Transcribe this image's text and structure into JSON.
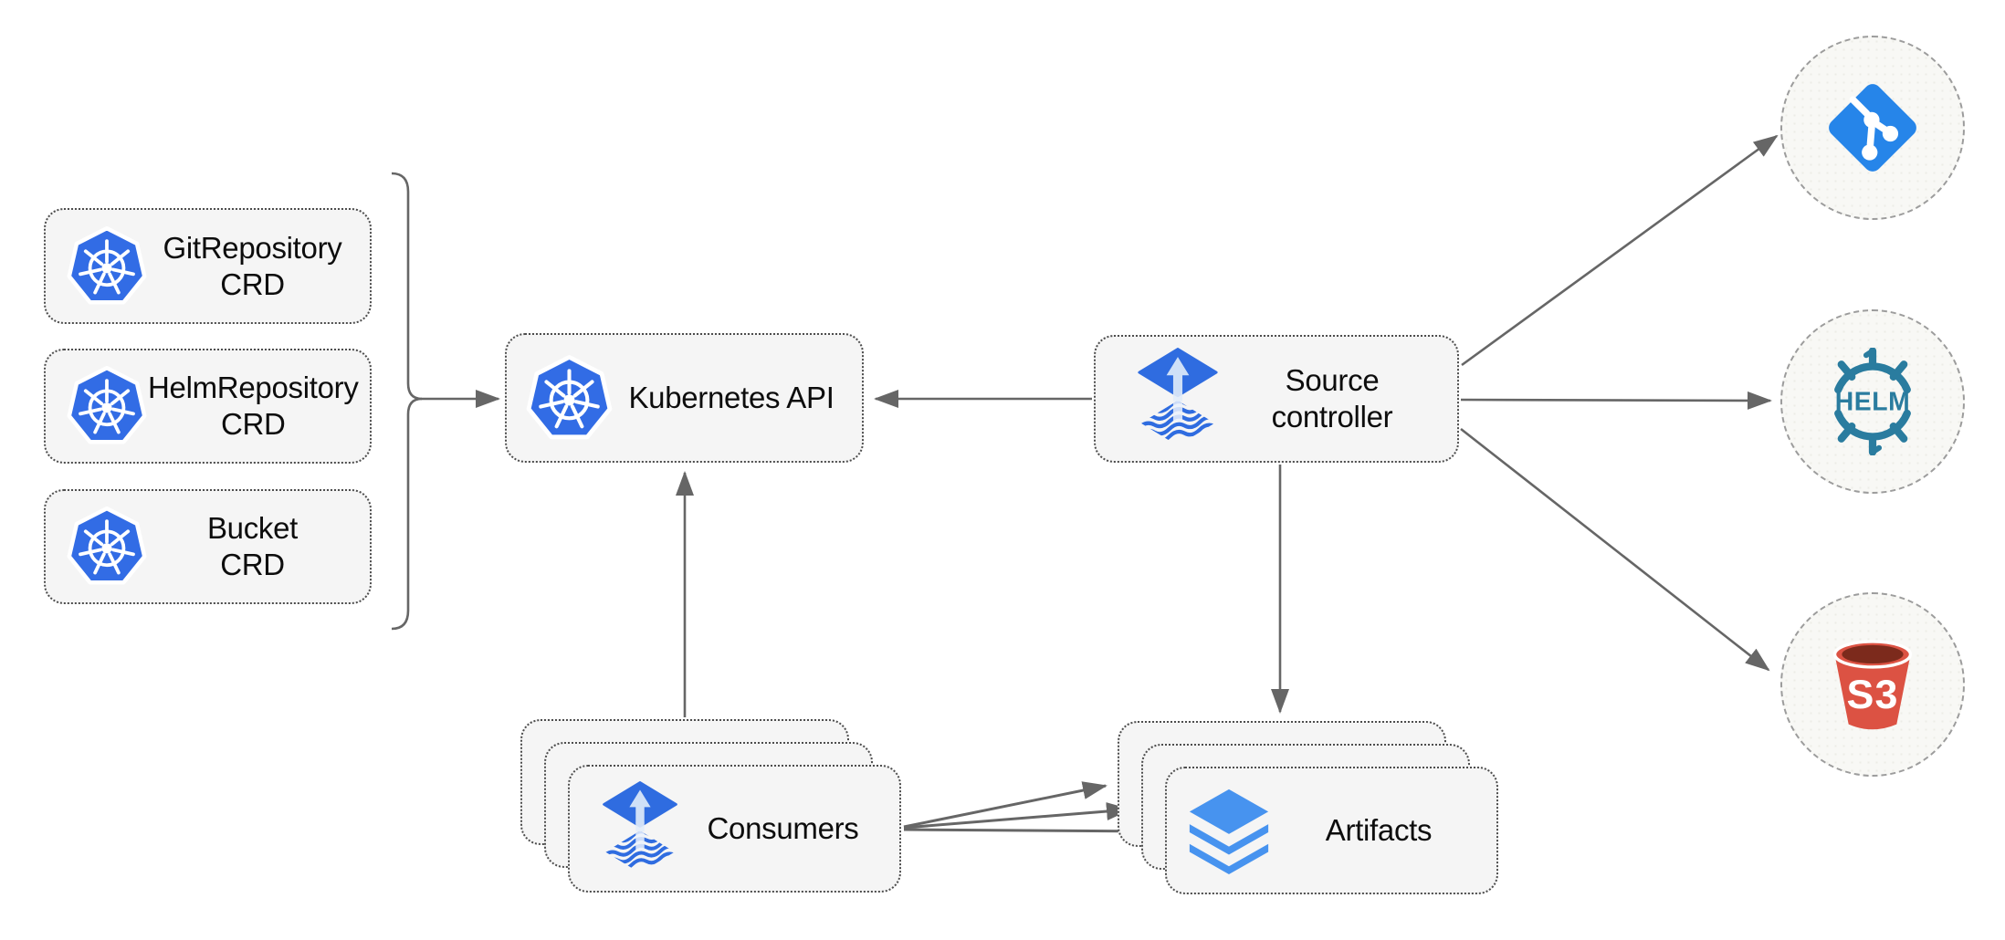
{
  "diagram": {
    "title_hint": "Flux source-controller architecture",
    "crd_boxes": [
      {
        "line1": "GitRepository",
        "line2": "CRD"
      },
      {
        "line1": "HelmRepository",
        "line2": "CRD"
      },
      {
        "line1": "Bucket",
        "line2": "CRD"
      }
    ],
    "kubernetes_api": {
      "label": "Kubernetes API"
    },
    "source_controller": {
      "line1": "Source",
      "line2": "controller"
    },
    "consumers": {
      "label": "Consumers"
    },
    "artifacts": {
      "label": "Artifacts"
    },
    "endpoints": {
      "git": {
        "icon": "git-icon"
      },
      "helm": {
        "label": "HELM",
        "icon": "helm-icon"
      },
      "s3": {
        "label": "S3",
        "icon": "s3-bucket-icon"
      }
    },
    "icons": {
      "kubernetes": "blue heptagon with white ship wheel",
      "flux": "blue diamond with up arrow over wavy-stripe diamond",
      "git": "blue rotated square with white branch graph",
      "helm": "teal ship wheel with HELM wordmark",
      "s3": "red bucket with S3 wordmark",
      "artifacts": "blue stacked layers"
    },
    "colors": {
      "kubernetes_blue": "#326CE5",
      "flux_blue": "#2F6CE0",
      "flux_arrow_light": "#CFE0F7",
      "git_blue": "#2685E9",
      "helm_teal": "#2A7C9F",
      "s3_red": "#DC5243",
      "s3_dark": "#7C2A1C",
      "artifacts_blue": "#4793EF",
      "arrow_gray": "#666666",
      "node_fill": "#F5F5F5",
      "circle_fill": "#F8F8F5",
      "text": "#0D0D0D"
    }
  }
}
